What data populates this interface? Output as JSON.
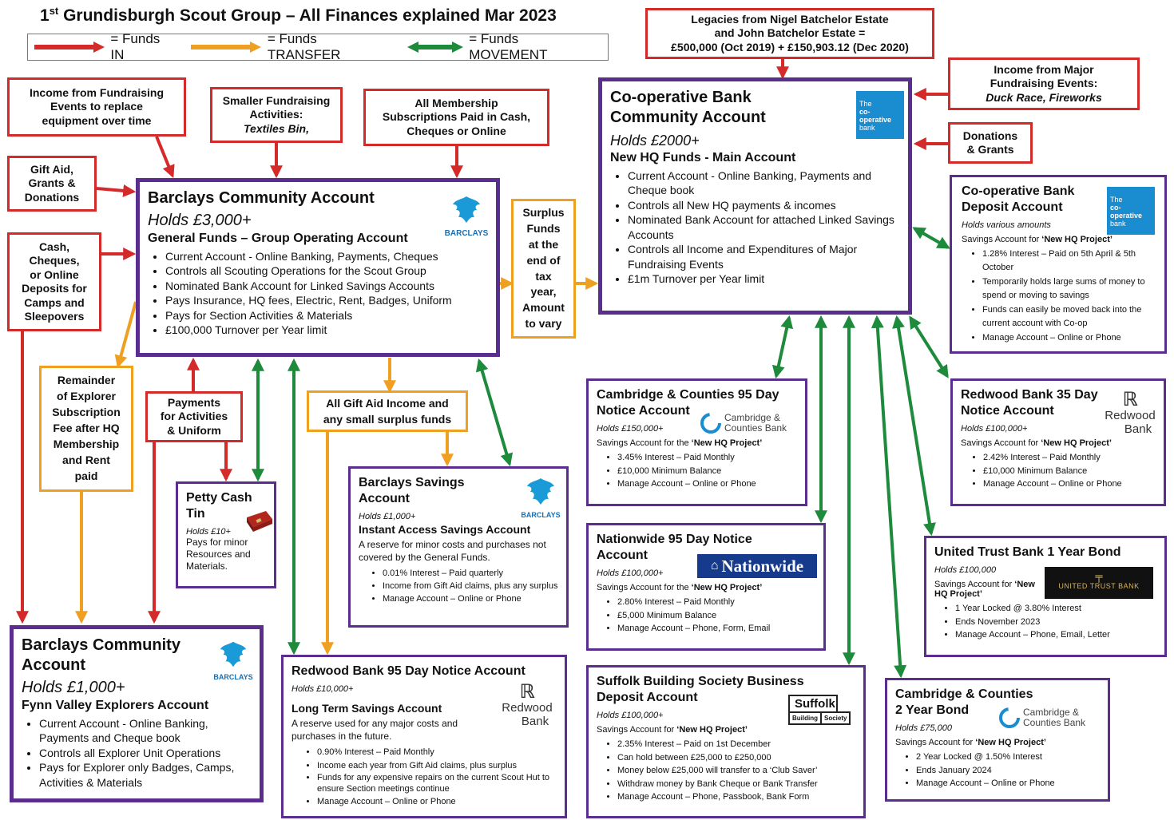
{
  "title": {
    "prefix": "1",
    "sup": "st",
    "text": "Grundisburgh Scout Group – All Finances explained Mar 2023"
  },
  "legend": {
    "in": "= Funds IN",
    "transfer": "= Funds TRANSFER",
    "movement": "= Funds MOVEMENT"
  },
  "colors": {
    "in": "#d42a2a",
    "transfer": "#f0a020",
    "movement": "#1e8a3c",
    "account_border": "#5b2d8e"
  },
  "sources": {
    "legacies": [
      "Legacies from Nigel Batchelor Estate",
      "and John Batchelor Estate =",
      "£500,000 (Oct 2019) + £150,903.12 (Dec 2020)"
    ],
    "major_events": [
      "Income from Major",
      "Fundraising Events:",
      "Duck Race, Fireworks"
    ],
    "donations_grants": [
      "Donations",
      "& Grants"
    ],
    "fundraising_events": [
      "Income from Fundraising",
      "Events to replace",
      "equipment over time"
    ],
    "smaller_fundraising": [
      "Smaller Fundraising",
      "Activities:",
      "Textiles Bin,"
    ],
    "membership": [
      "All Membership",
      "Subscriptions Paid in Cash,",
      "Cheques or Online"
    ],
    "gift_aid": [
      "Gift Aid,",
      "Grants &",
      "Donations"
    ],
    "cash_cheques": [
      "Cash,",
      "Cheques,",
      "or Online",
      "Deposits for",
      "Camps and",
      "Sleepovers"
    ],
    "payments_activities": [
      "Payments",
      "for Activities",
      "& Uniform"
    ]
  },
  "transfers": {
    "surplus": [
      "Surplus",
      "Funds",
      "at the",
      "end of",
      "tax",
      "year,",
      "Amount",
      "to vary"
    ],
    "explorer_remainder": [
      "Remainder",
      "of Explorer",
      "Subscription",
      "Fee after HQ",
      "Membership",
      "and Rent",
      "paid"
    ],
    "gift_aid_surplus": [
      "All Gift Aid Income and",
      "any small surplus funds"
    ]
  },
  "logos": {
    "barclays": "BARCLAYS",
    "coop": [
      "The",
      "co-operative",
      "bank"
    ],
    "cambridge": [
      "Cambridge &",
      "Counties Bank"
    ],
    "redwood": [
      "Redwood",
      "Bank"
    ],
    "nationwide": "Nationwide",
    "united_trust": "UNITED TRUST BANK",
    "suffolk": {
      "name": "Suffolk",
      "left": "Building",
      "right": "Society"
    }
  },
  "accounts": {
    "barclays_main": {
      "title": "Barclays Community Account",
      "holds": "Holds £3,000+",
      "subtitle": "General Funds – Group Operating Account",
      "bullets": [
        "Current Account - Online Banking, Payments, Cheques",
        "Controls all Scouting Operations for the Scout Group",
        "Nominated Bank Account for Linked Savings Accounts",
        "Pays Insurance, HQ fees, Electric, Rent, Badges, Uniform",
        "Pays for Section Activities & Materials",
        "£100,000 Turnover per Year limit"
      ]
    },
    "coop_community": {
      "title1": "Co-operative Bank",
      "title2": "Community Account",
      "holds": "Holds £2000+",
      "subtitle": "New HQ Funds - Main Account",
      "bullets": [
        "Current Account - Online Banking, Payments and Cheque book",
        "Controls all New HQ payments & incomes",
        "Nominated Bank Account for attached Linked Savings Accounts",
        "Controls all Income and Expenditures of Major Fundraising Events",
        "£1m Turnover per Year limit"
      ]
    },
    "coop_deposit": {
      "title1": "Co-operative Bank",
      "title2": "Deposit Account",
      "holds": "Holds various amounts",
      "desc_pre": "Savings Account for ",
      "desc_bold": "‘New HQ Project’",
      "bullets": [
        "1.28% Interest – Paid on 5th April & 5th October",
        "Temporarily holds large sums of money to spend or moving to savings",
        "Funds can easily be moved back into the current account with Co-op",
        "Manage Account – Online or Phone"
      ]
    },
    "cambridge_95": {
      "title1": "Cambridge & Counties 95 Day",
      "title2": "Notice Account",
      "holds": "Holds £150,000+",
      "desc_pre": "Savings Account for the ",
      "desc_bold": "‘New HQ Project’",
      "bullets": [
        "3.45% Interest – Paid Monthly",
        "£10,000 Minimum Balance",
        "Manage Account – Online or Phone"
      ]
    },
    "redwood_35": {
      "title1": "Redwood Bank 35 Day",
      "title2": "Notice Account",
      "holds": "Holds £100,000+",
      "desc_pre": "Savings Account for ",
      "desc_bold": "‘New HQ Project’",
      "bullets": [
        "2.42% Interest – Paid Monthly",
        "£10,000 Minimum Balance",
        "Manage Account – Online or Phone"
      ]
    },
    "nationwide_95": {
      "title1": "Nationwide 95 Day Notice",
      "title2": "Account",
      "holds": "Holds £100,000+",
      "desc_pre": "Savings Account for the ",
      "desc_bold": "‘New HQ Project’",
      "bullets": [
        "2.80% Interest – Paid Monthly",
        "£5,000 Minimum Balance",
        "Manage Account – Phone, Form, Email"
      ]
    },
    "united_trust": {
      "title": "United Trust Bank 1 Year Bond",
      "holds": "Holds £100,000",
      "desc_pre": "Savings Account for ",
      "desc_bold": "‘New HQ Project’",
      "bullets": [
        "1 Year Locked @ 3.80% Interest",
        "Ends November 2023",
        "Manage Account – Phone, Email, Letter"
      ]
    },
    "suffolk": {
      "title1": "Suffolk Building Society Business",
      "title2": "Deposit Account",
      "holds": "Holds £100,000+",
      "desc_pre": "Savings Account for ",
      "desc_bold": "‘New HQ Project’",
      "bullets": [
        "2.35% Interest – Paid on 1st December",
        "Can hold between £25,000 to £250,000",
        "Money below £25,000 will transfer to a ‘Club Saver’",
        "Withdraw money by Bank Cheque or Bank Transfer",
        "Manage Account – Phone, Passbook, Bank Form"
      ]
    },
    "cambridge_2yr": {
      "title1": "Cambridge & Counties",
      "title2": "2 Year Bond",
      "holds": "Holds £75,000",
      "desc_pre": "Savings Account for ",
      "desc_bold": "‘New HQ Project’",
      "bullets": [
        "2 Year Locked @ 1.50% Interest",
        "Ends January 2024",
        "Manage Account – Online or Phone"
      ]
    },
    "barclays_savings": {
      "title1": "Barclays Savings",
      "title2": "Account",
      "holds": "Holds £1,000+",
      "subtitle": "Instant Access Savings Account",
      "desc": "A reserve for minor costs and purchases not covered by the General Funds.",
      "bullets": [
        "0.01% Interest – Paid quarterly",
        "Income from Gift Aid claims, plus any surplus",
        "Manage Account – Online or Phone"
      ]
    },
    "petty_cash": {
      "title1": "Petty Cash",
      "title2": "Tin",
      "holds": "Holds £10+",
      "desc": "Pays for minor Resources and Materials."
    },
    "barclays_explorers": {
      "title1": "Barclays Community",
      "title2": "Account",
      "holds": "Holds £1,000+",
      "subtitle": "Fynn Valley Explorers Account",
      "bullets": [
        "Current Account - Online Banking, Payments and Cheque book",
        "Controls all Explorer Unit Operations",
        "Pays for Explorer only Badges, Camps, Activities & Materials"
      ]
    },
    "redwood_95": {
      "title": "Redwood Bank 95 Day Notice Account",
      "holds": "Holds £10,000+",
      "subtitle": "Long Term Savings Account",
      "desc": "A reserve used for any major costs and purchases in the future.",
      "bullets": [
        "0.90% Interest – Paid Monthly",
        "Income each year from Gift Aid claims, plus surplus",
        "Funds for any expensive repairs on the current Scout Hut to ensure Section meetings continue",
        "Manage Account – Online or Phone"
      ]
    }
  }
}
